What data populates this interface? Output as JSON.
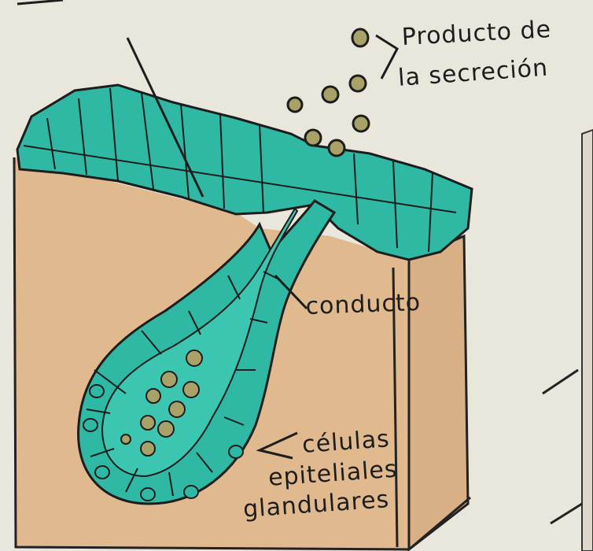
{
  "figure": {
    "labels": {
      "secretion_product_line1": "Producto de",
      "secretion_product_line2": "la secreción",
      "duct": "conducto",
      "cells_line1": "células",
      "cells_line2": "epiteliales",
      "cells_line3": "glandulares"
    },
    "colors": {
      "paper": "#e9e6dc",
      "tissue": "#e0b98e",
      "epithelium": "#2fb9a4",
      "ink": "#1d1d1d",
      "secretion_granule": "#a8a268"
    }
  }
}
